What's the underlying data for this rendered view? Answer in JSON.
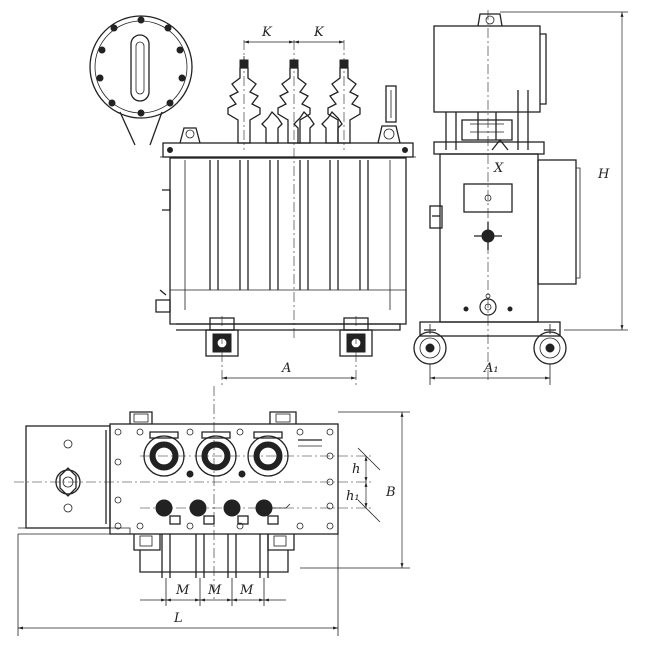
{
  "labels": {
    "K1": "K",
    "K2": "K",
    "A": "A",
    "A1": "A₁",
    "H": "H",
    "X": "X",
    "h": "h",
    "h1": "h₁",
    "B": "B",
    "M1": "M",
    "M2": "M",
    "M3": "M",
    "L": "L"
  }
}
